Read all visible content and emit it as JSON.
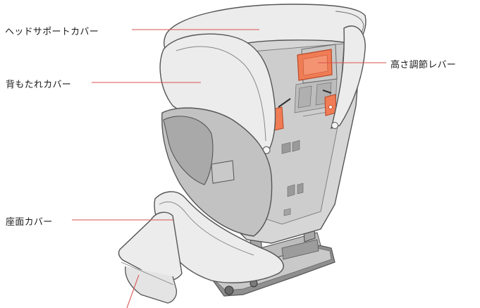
{
  "diagram": {
    "subject": "child car seat (rear view)",
    "colors": {
      "leader_line": "#d9534f",
      "outline": "#555555",
      "cover_fill": "#ededed",
      "shell_fill": "#cfcfcf",
      "accent_orange": "#f07c55"
    },
    "labels": {
      "headrest_cover": "ヘッドサポートカバー",
      "backrest_cover": "背もたれカバー",
      "seat_cover": "座面カバー",
      "height_lever": "高さ調節レバー"
    }
  }
}
